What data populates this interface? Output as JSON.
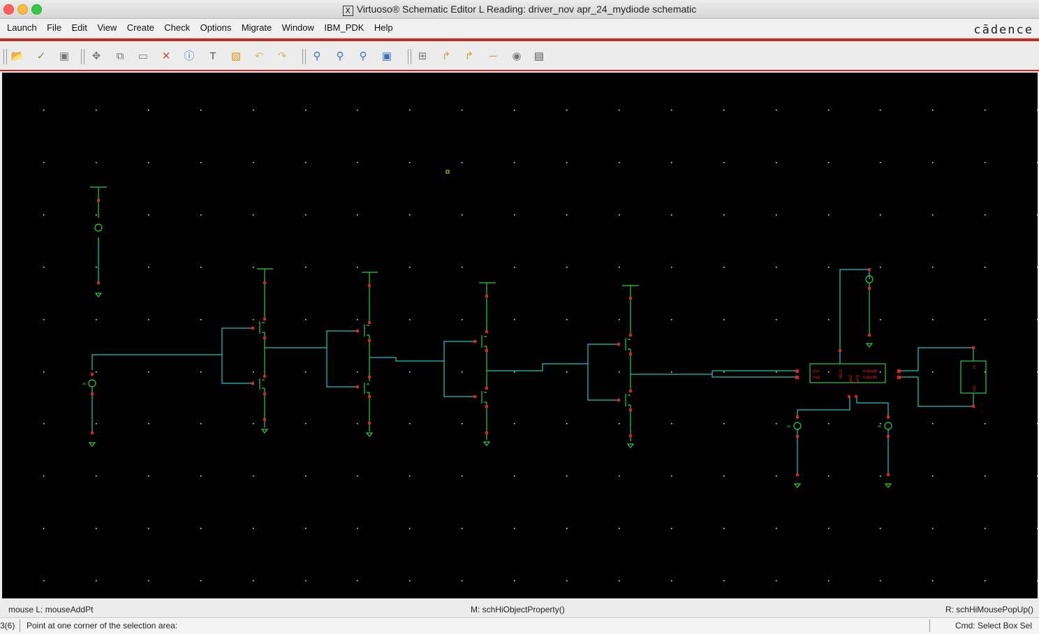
{
  "window": {
    "title": "Virtuoso® Schematic Editor L Reading: driver_nov apr_24_mydiode schematic",
    "x_glyph": "X"
  },
  "menu": [
    "Launch",
    "File",
    "Edit",
    "View",
    "Create",
    "Check",
    "Options",
    "Migrate",
    "Window",
    "IBM_PDK",
    "Help"
  ],
  "brand": "cādence",
  "toolbar": [
    "open-icon",
    "save-check-icon",
    "save-icon",
    "move-icon",
    "copy-icon",
    "stretch-icon",
    "delete-icon",
    "info-icon",
    "text-icon",
    "rename-icon",
    "undo-icon",
    "redo-icon",
    "zoom-in-icon",
    "zoom-out-icon",
    "zoom-fit-icon",
    "zoom-box-icon",
    "hierarchy-icon",
    "descend-icon",
    "ascend-icon",
    "label-icon",
    "pin-icon",
    "properties-icon"
  ],
  "block": {
    "pin_left_top": "pos",
    "pin_left_bot": "neg",
    "pin_right_top": "outputp",
    "pin_right_bot": "outputn",
    "pin_top": "vdc2",
    "pin_bot1": "vin2",
    "pin_bot2": "vin3"
  },
  "load": {
    "top": "in",
    "bot": "out"
  },
  "source_label": "ac",
  "status": {
    "mouse_left": "mouse L: mouseAddPt",
    "mouse_mid": "M: schHiObjectProperty()",
    "mouse_right": "R: schHiMousePopUp()",
    "counter": "3(6)",
    "prompt": "Point at one corner of the selection area:",
    "cmd": "Cmd: Select  Box  Sel"
  },
  "colors": {
    "wire": "#00c8c8",
    "device": "#2ecc40",
    "pin": "#e0201c",
    "canvas": "#000000",
    "accent": "#c8281e"
  }
}
